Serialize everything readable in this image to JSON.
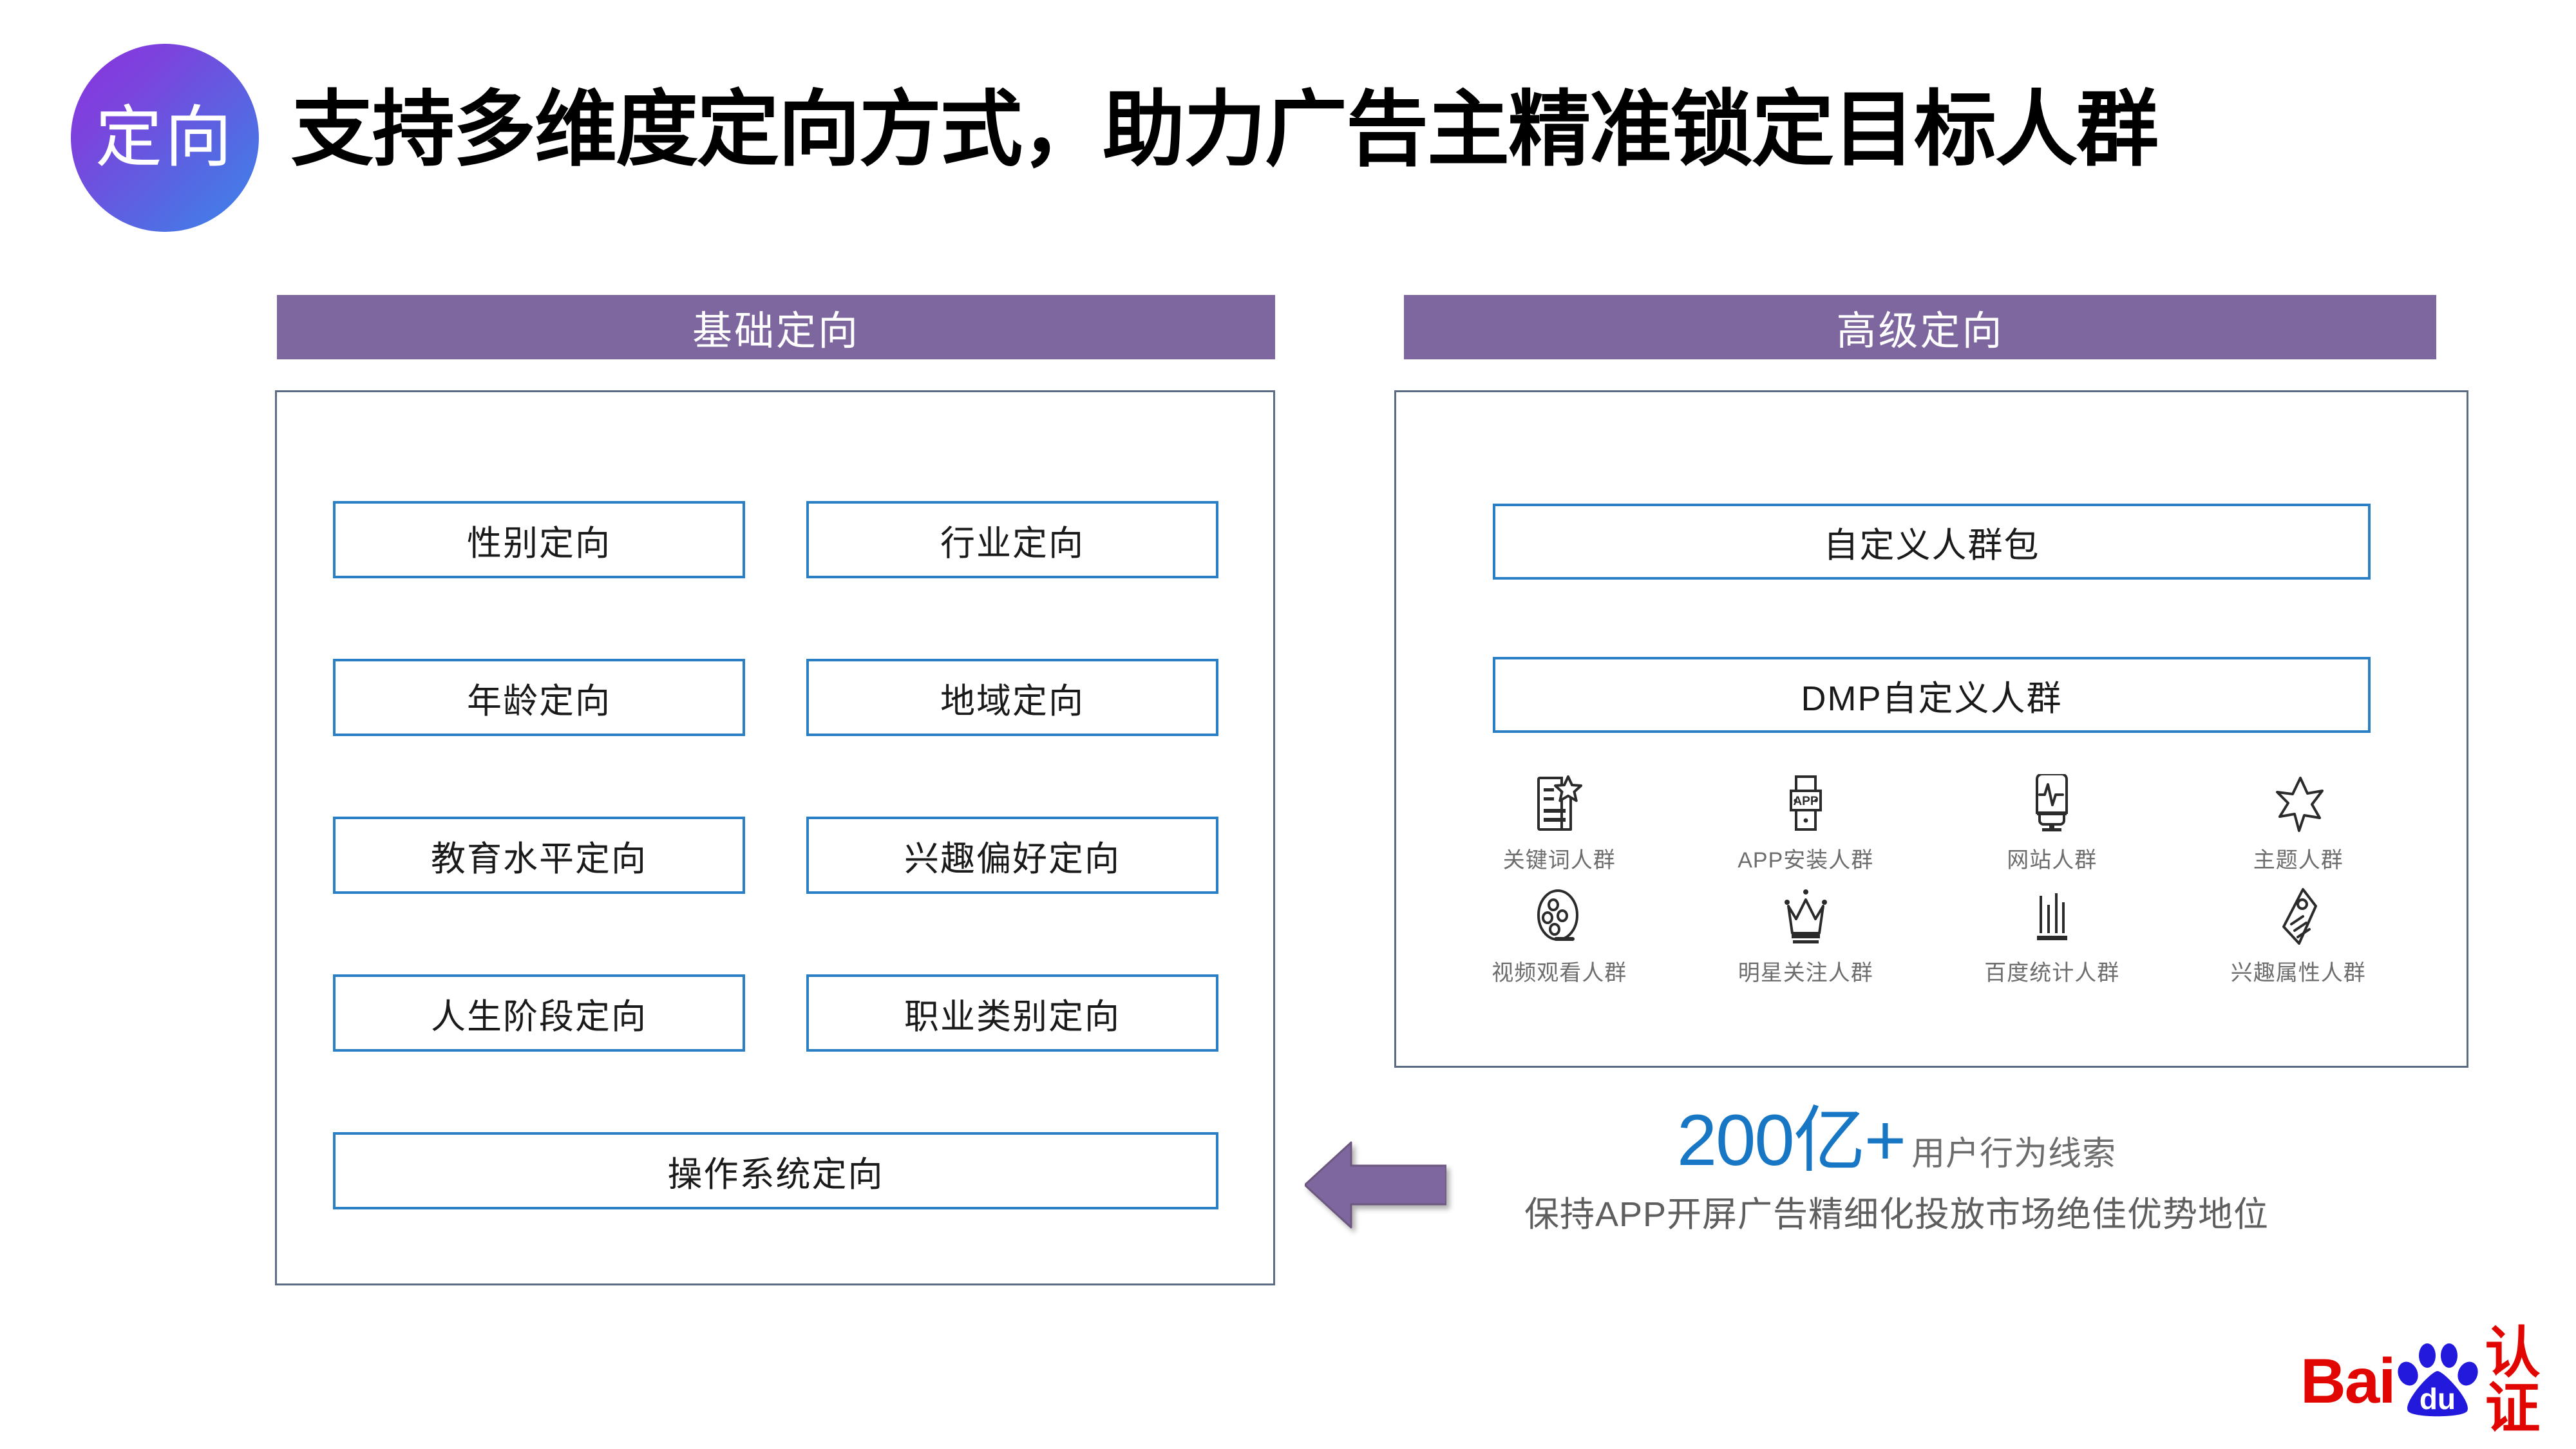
{
  "header": {
    "badge_label": "定向",
    "title": "支持多维度定向方式，助力广告主精准锁定目标人群",
    "badge_gradient_from": "#8b32e0",
    "badge_gradient_to": "#3a87ea"
  },
  "columns": {
    "basic": {
      "header": "基础定向",
      "header_color": "#7e679f",
      "items": [
        "性别定向",
        "行业定向",
        "年龄定向",
        "地域定向",
        "教育水平定向",
        "兴趣偏好定向",
        "人生阶段定向",
        "职业类别定向"
      ],
      "wide_item": "操作系统定向",
      "box_border_color": "#2a7fc4"
    },
    "advanced": {
      "header": "高级定向",
      "header_color": "#7e679f",
      "boxes": [
        "自定义人群包",
        "DMP自定义人群"
      ],
      "icons": [
        {
          "icon": "document-star-icon",
          "label": "关键词人群"
        },
        {
          "icon": "smartwatch-app-icon",
          "label": "APP安装人群"
        },
        {
          "icon": "monitor-pulse-icon",
          "label": "网站人群"
        },
        {
          "icon": "star-outline-icon",
          "label": "主题人群"
        },
        {
          "icon": "film-reel-icon",
          "label": "视频观看人群"
        },
        {
          "icon": "crown-icon",
          "label": "明星关注人群"
        },
        {
          "icon": "bar-chart-icon",
          "label": "百度统计人群"
        },
        {
          "icon": "price-tag-icon",
          "label": "兴趣属性人群"
        }
      ]
    }
  },
  "callout": {
    "arrow_direction": "left",
    "arrow_color": "#7e679f",
    "stat_number": "200亿+",
    "stat_unit": "用户行为线索",
    "stat_number_color": "#1777c4",
    "subtitle": "保持APP开屏广告精细化投放市场绝佳优势地位"
  },
  "footer": {
    "logo_text_latin": "Bai",
    "logo_text_paw": "du",
    "logo_text_zh": "认证",
    "logo_red": "#e10602",
    "logo_blue": "#2319dc"
  }
}
